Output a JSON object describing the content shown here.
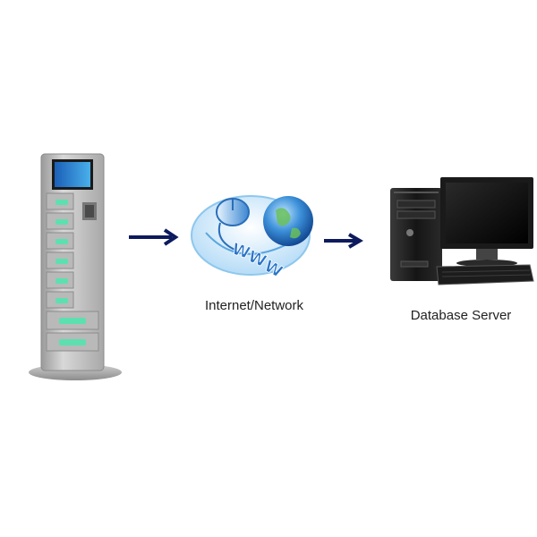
{
  "diagram": {
    "nodes": [
      {
        "id": "kiosk",
        "label": "",
        "icon": "charging-kiosk-icon"
      },
      {
        "id": "network",
        "label": "Internet/Network",
        "icon": "www-globe-mouse-icon"
      },
      {
        "id": "server",
        "label": "Database Server",
        "icon": "desktop-computer-icon"
      }
    ],
    "edges": [
      {
        "from": "kiosk",
        "to": "network"
      },
      {
        "from": "network",
        "to": "server"
      }
    ],
    "arrow_color": "#0d1b5e"
  }
}
